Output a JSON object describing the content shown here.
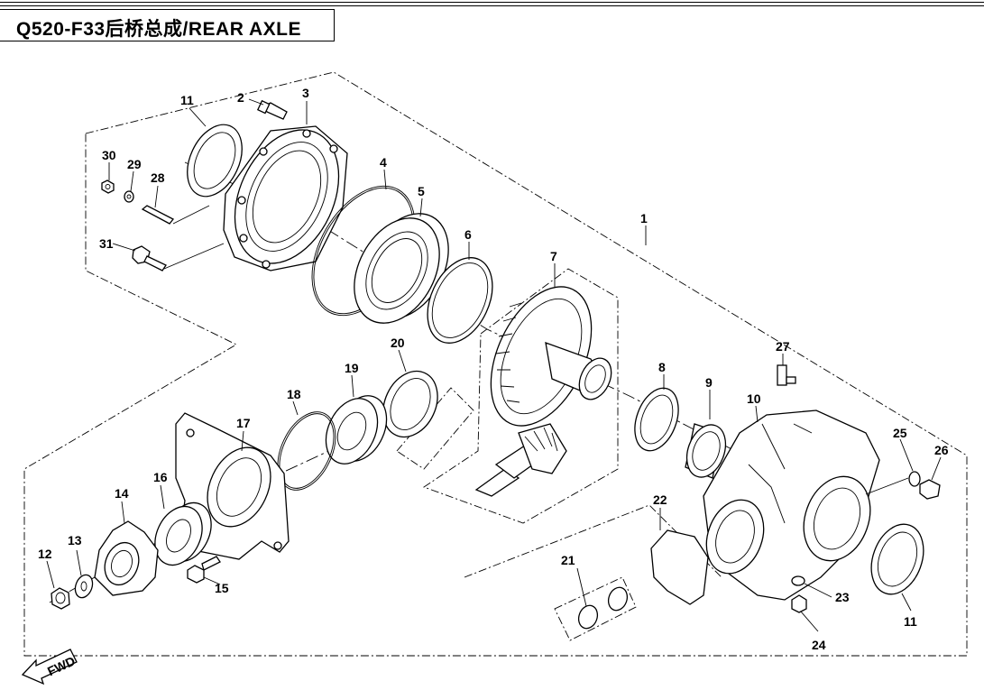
{
  "title": "Q520-F33后桥总成/REAR AXLE",
  "fwd_label": "FWD",
  "callouts": [
    "1",
    "2",
    "3",
    "4",
    "5",
    "6",
    "7",
    "8",
    "9",
    "10",
    "11",
    "11",
    "12",
    "13",
    "14",
    "15",
    "16",
    "17",
    "18",
    "19",
    "20",
    "21",
    "22",
    "23",
    "24",
    "25",
    "26",
    "27",
    "28",
    "29",
    "30",
    "31"
  ]
}
